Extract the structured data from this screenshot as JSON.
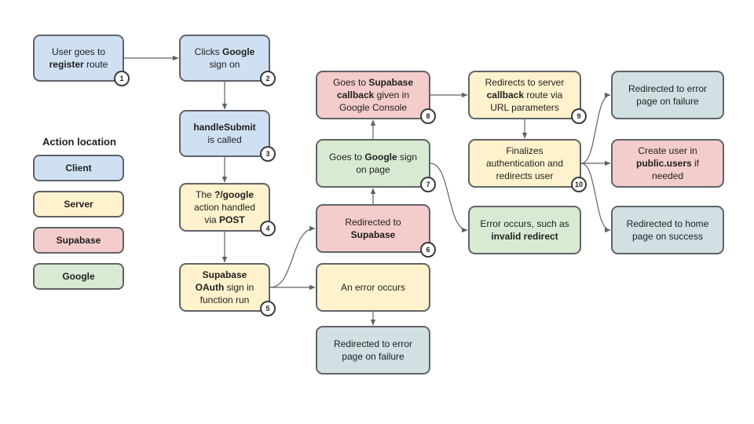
{
  "legend": {
    "title": "Action location",
    "items": [
      {
        "id": "client",
        "label": "Client",
        "color": "#cfe0f3"
      },
      {
        "id": "server",
        "label": "Server",
        "color": "#fff2cc"
      },
      {
        "id": "supabase",
        "label": "Supabase",
        "color": "#f4cccc"
      },
      {
        "id": "google",
        "label": "Google",
        "color": "#d9ead3"
      }
    ]
  },
  "nodes": [
    {
      "id": "n1",
      "kind": "client",
      "step": "1",
      "lines": [
        [
          {
            "t": "User goes to"
          }
        ],
        [
          {
            "t": "register",
            "b": true
          },
          {
            "t": " route"
          }
        ]
      ]
    },
    {
      "id": "n2",
      "kind": "client",
      "step": "2",
      "lines": [
        [
          {
            "t": "Clicks "
          },
          {
            "t": "Google",
            "b": true
          }
        ],
        [
          {
            "t": "sign on"
          }
        ]
      ]
    },
    {
      "id": "n3",
      "kind": "client",
      "step": "3",
      "lines": [
        [
          {
            "t": "handleSubmit",
            "b": true
          }
        ],
        [
          {
            "t": "is called"
          }
        ]
      ]
    },
    {
      "id": "n4",
      "kind": "server",
      "step": "4",
      "lines": [
        [
          {
            "t": "The "
          },
          {
            "t": "?/google",
            "b": true
          }
        ],
        [
          {
            "t": "action handled"
          }
        ],
        [
          {
            "t": "via "
          },
          {
            "t": "POST",
            "b": true
          }
        ]
      ]
    },
    {
      "id": "n5",
      "kind": "server",
      "step": "5",
      "lines": [
        [
          {
            "t": "Supabase",
            "b": true
          }
        ],
        [
          {
            "t": "OAuth",
            "b": true
          },
          {
            "t": " sign in"
          }
        ],
        [
          {
            "t": "function run"
          }
        ]
      ]
    },
    {
      "id": "n6",
      "kind": "supabase",
      "step": "6",
      "lines": [
        [
          {
            "t": "Redirected to"
          }
        ],
        [
          {
            "t": "Supabase",
            "b": true
          }
        ]
      ]
    },
    {
      "id": "n7",
      "kind": "google",
      "step": "7",
      "lines": [
        [
          {
            "t": "Goes to "
          },
          {
            "t": "Google",
            "b": true
          },
          {
            "t": " sign"
          }
        ],
        [
          {
            "t": "on page"
          }
        ]
      ]
    },
    {
      "id": "n8",
      "kind": "supabase",
      "step": "8",
      "lines": [
        [
          {
            "t": "Goes to "
          },
          {
            "t": "Supabase",
            "b": true
          }
        ],
        [
          {
            "t": "callback",
            "b": true
          },
          {
            "t": " given in"
          }
        ],
        [
          {
            "t": "Google Console"
          }
        ]
      ]
    },
    {
      "id": "n9",
      "kind": "server",
      "step": "9",
      "lines": [
        [
          {
            "t": "Redirects to server"
          }
        ],
        [
          {
            "t": "callback",
            "b": true
          },
          {
            "t": " route via"
          }
        ],
        [
          {
            "t": "URL parameters"
          }
        ]
      ]
    },
    {
      "id": "n10",
      "kind": "server",
      "step": "10",
      "lines": [
        [
          {
            "t": "Finalizes"
          }
        ],
        [
          {
            "t": "authentication and"
          }
        ],
        [
          {
            "t": "redirects user"
          }
        ]
      ]
    },
    {
      "id": "n_err_occurs",
      "kind": "server",
      "step": "",
      "lines": [
        [
          {
            "t": "An error occurs"
          }
        ]
      ]
    },
    {
      "id": "n_err_redirect_left",
      "kind": "grey",
      "step": "",
      "lines": [
        [
          {
            "t": "Redirected to error"
          }
        ],
        [
          {
            "t": "page on failure"
          }
        ]
      ]
    },
    {
      "id": "n_err_invalid",
      "kind": "google",
      "step": "",
      "lines": [
        [
          {
            "t": "Error occurs, such as"
          }
        ],
        [
          {
            "t": "invalid redirect",
            "b": true
          }
        ]
      ]
    },
    {
      "id": "n_err_redirect_right",
      "kind": "grey",
      "step": "",
      "lines": [
        [
          {
            "t": "Redirected to error"
          }
        ],
        [
          {
            "t": "page on failure"
          }
        ]
      ]
    },
    {
      "id": "n_create_user",
      "kind": "supabase",
      "step": "",
      "lines": [
        [
          {
            "t": "Create user in"
          }
        ],
        [
          {
            "t": "public.users",
            "b": true
          },
          {
            "t": " if"
          }
        ],
        [
          {
            "t": "needed"
          }
        ]
      ]
    },
    {
      "id": "n_home",
      "kind": "grey",
      "step": "",
      "lines": [
        [
          {
            "t": "Redirected to home"
          }
        ],
        [
          {
            "t": "page on success"
          }
        ]
      ]
    }
  ],
  "edges": [
    [
      "n1",
      "n2"
    ],
    [
      "n2",
      "n3"
    ],
    [
      "n3",
      "n4"
    ],
    [
      "n4",
      "n5"
    ],
    [
      "n5",
      "n6"
    ],
    [
      "n5",
      "n_err_occurs"
    ],
    [
      "n_err_occurs",
      "n_err_redirect_left"
    ],
    [
      "n6",
      "n7"
    ],
    [
      "n7",
      "n8"
    ],
    [
      "n7",
      "n_err_invalid"
    ],
    [
      "n8",
      "n9"
    ],
    [
      "n9",
      "n10"
    ],
    [
      "n10",
      "n_err_redirect_right"
    ],
    [
      "n10",
      "n_create_user"
    ],
    [
      "n10",
      "n_home"
    ]
  ]
}
